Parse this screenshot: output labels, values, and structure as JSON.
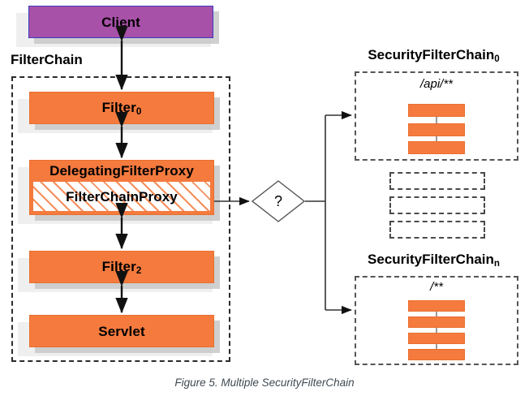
{
  "figure": {
    "caption": "Figure 5. Multiple SecurityFilterChain"
  },
  "left_column": {
    "client": {
      "label": "Client",
      "color": "#a851a8"
    },
    "group_label": "FilterChain",
    "filter0": {
      "label": "Filter",
      "subscript": "0"
    },
    "delegating_proxy": {
      "label": "DelegatingFilterProxy"
    },
    "filter_chain_proxy": {
      "label": "FilterChainProxy"
    },
    "filter2": {
      "label": "Filter",
      "subscript": "2"
    },
    "servlet": {
      "label": "Servlet"
    }
  },
  "decision": {
    "label": "?"
  },
  "right_column": {
    "chain_first": {
      "title": "SecurityFilterChain",
      "subscript": "0",
      "pattern": "/api/**",
      "filter_count": 3
    },
    "placeholders": 3,
    "chain_last": {
      "title": "SecurityFilterChain",
      "subscript": "n",
      "pattern": "/**",
      "filter_count": 4
    }
  },
  "colors": {
    "orange": "#f47a3e",
    "purple": "#a851a8",
    "shadow": "#c8c8c8",
    "dashed": "#2b2b2b"
  }
}
